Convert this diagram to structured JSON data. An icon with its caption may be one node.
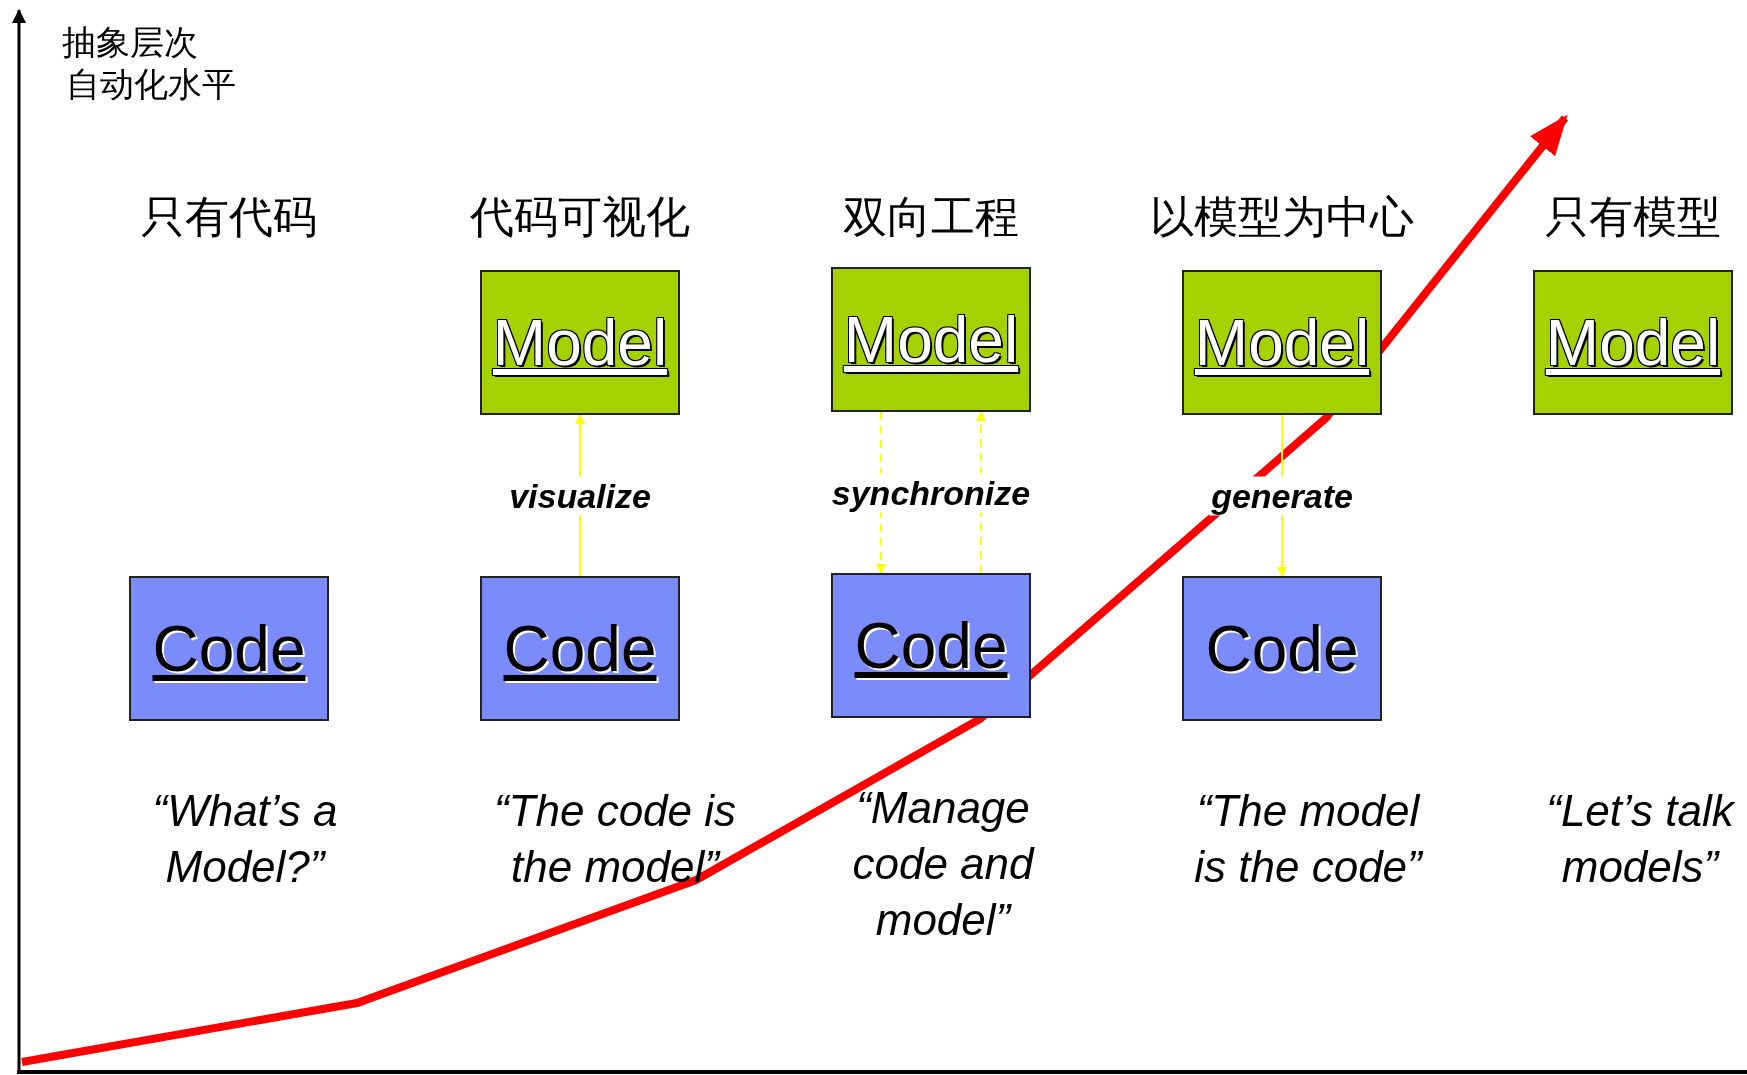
{
  "diagram": {
    "nodes": [
      {
        "text": [
          "Model"
        ]
      },
      {
        "text": [
          "Model"
        ]
      },
      {
        "text": [
          "Model"
        ]
      },
      {
        "text": [
          "Model"
        ]
      },
      {
        "text": [
          "Code"
        ]
      },
      {
        "text": [
          "Code"
        ]
      },
      {
        "text": [
          "Code"
        ]
      },
      {
        "text": [
          "Code"
        ]
      }
    ],
    "edges": [
      {
        "from": 5,
        "to": 0,
        "arrow": "to",
        "label": "visualize"
      },
      {
        "from": 1,
        "to": 6,
        "arrow": "to",
        "style": "dashed",
        "label": "synchronize"
      },
      {
        "from": 6,
        "to": 1,
        "arrow": "to",
        "style": "dashed"
      },
      {
        "from": 2,
        "to": 7,
        "arrow": "to",
        "label": "generate"
      }
    ],
    "labels": [
      "抽象层次",
      "自动化水平",
      "只有代码",
      "代码可视化",
      "双向工程",
      "以模型为中心",
      "只有模型",
      "“What’s a Model?”",
      "“The code is the model”",
      "“Manage code and model”",
      "“The model is the code”",
      "“Let’s talk models”"
    ]
  }
}
